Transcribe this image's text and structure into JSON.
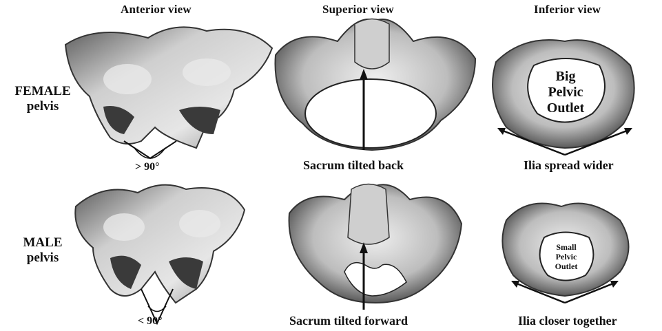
{
  "headers": {
    "anterior": "Anterior view",
    "superior": "Superior view",
    "inferior": "Inferior view"
  },
  "rows": {
    "female": {
      "line1": "FEMALE",
      "line2": "pelvis"
    },
    "male": {
      "line1": "MALE",
      "line2": "pelvis"
    }
  },
  "captions": {
    "female_angle": "> 90°",
    "female_sacrum": "Sacrum tilted back",
    "female_ilia": "Ilia spread wider",
    "male_angle": "< 90°",
    "male_sacrum": "Sacrum tilted forward",
    "male_ilia": "Ilia closer together"
  },
  "outlets": {
    "female": {
      "line1": "Big",
      "line2": "Pelvic",
      "line3": "Outlet"
    },
    "male": {
      "line1": "Small",
      "line2": "Pelvic",
      "line3": "Outlet"
    }
  },
  "colors": {
    "bone_light": "#d8d8d8",
    "bone_mid": "#9a9a9a",
    "bone_dark": "#3a3a3a",
    "ink": "#111111"
  }
}
